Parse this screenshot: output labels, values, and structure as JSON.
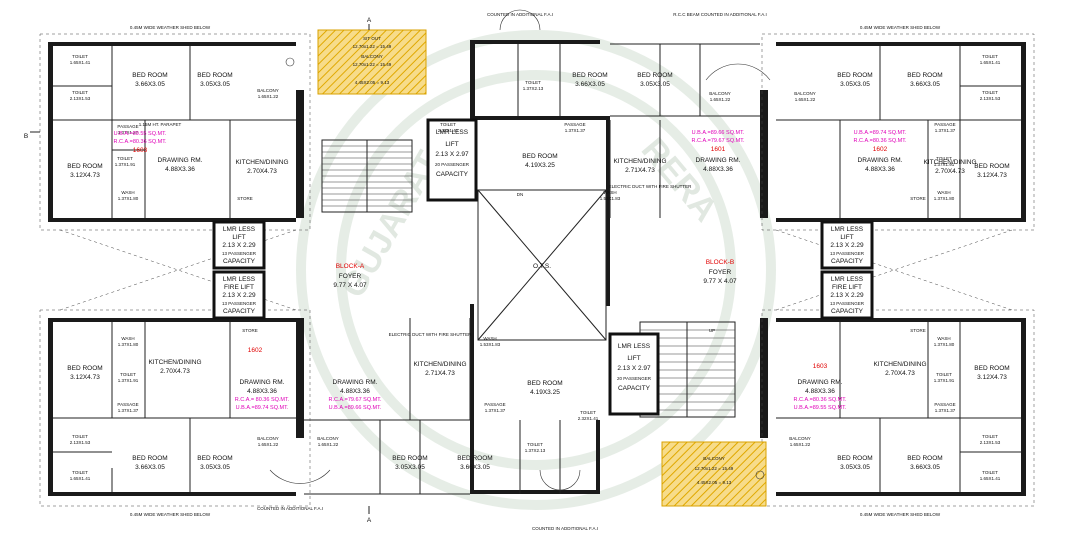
{
  "sections": {
    "top": "A",
    "bottom": "A",
    "left": "B"
  },
  "blocks": {
    "a": "BLOCK-A",
    "b": "BLOCK-B"
  },
  "foyer": {
    "a": "FOYER",
    "a_size": "9.77 X 4.07",
    "b": "FOYER",
    "b_size": "9.77 X 4.07"
  },
  "otc": "O.T.S.",
  "lifts": {
    "a_upper": {
      "l1": "LMR LESS",
      "l2": "LIFT",
      "l3": "2.13 X 2.29",
      "l4": "13 PASSENGER",
      "l5": "CAPACITY"
    },
    "a_lower": {
      "l1": "LMR LESS",
      "l2": "FIRE LIFT",
      "l3": "2.13 X 2.29",
      "l4": "13 PASSENGER",
      "l5": "CAPACITY"
    },
    "b_upper": {
      "l1": "LMR LESS",
      "l2": "LIFT",
      "l3": "2.13 X 2.29",
      "l4": "13 PASSENGER",
      "l5": "CAPACITY"
    },
    "b_lower": {
      "l1": "LMR LESS",
      "l2": "FIRE LIFT",
      "l3": "2.13 X 2.29",
      "l4": "13 PASSENGER",
      "l5": "CAPACITY"
    },
    "center_top": {
      "l1": "LMR LESS",
      "l2": "LIFT",
      "l3": "2.13 X 2.97",
      "l4": "20 PASSENGER",
      "l5": "CAPACITY"
    },
    "center_bottom": {
      "l1": "LMR LESS",
      "l2": "LIFT",
      "l3": "2.13 X 2.97",
      "l4": "20 PASSENGER",
      "l5": "CAPACITY"
    }
  },
  "flats": {
    "tl": {
      "bed1": "BED ROOM",
      "bed1_size": "3.66X3.05",
      "bed2": "BED ROOM",
      "bed2_size": "3.05X3.05",
      "bed3": "BED ROOM",
      "bed3_size": "3.12X4.73",
      "drawing": "DRAWING RM.",
      "drawing_size": "4.88X3.36",
      "kitchen": "KITCHEN/DINING",
      "kitchen_size": "2.70X4.73",
      "toilet1": "TOILET",
      "toilet1_size": "1.65X1.41",
      "toilet2": "TOILET",
      "toilet2_size": "2.13X1.53",
      "toilet3": "TOILET",
      "toilet3_size": "1.37X1.91",
      "wash": "WASH",
      "wash_size": "1.37X1.80",
      "passage": "PASSAGE",
      "passage_size": "1.37X1.37",
      "balcony": "BALCONY",
      "balcony_size": "1.65X1.22",
      "store": "STORE"
    },
    "bl": {
      "bed1": "BED ROOM",
      "bed1_size": "3.66X3.05",
      "bed2": "BED ROOM",
      "bed2_size": "3.05X3.05",
      "bed3": "BED ROOM",
      "bed3_size": "3.12X4.73",
      "drawing": "DRAWING RM.",
      "drawing_size": "4.88X3.36",
      "kitchen": "KITCHEN/DINING",
      "kitchen_size": "2.70X4.73",
      "toilet1": "TOILET",
      "toilet1_size": "1.65X1.41",
      "toilet2": "TOILET",
      "toilet2_size": "2.13X1.53",
      "toilet3": "TOILET",
      "toilet3_size": "1.37X1.91",
      "wash": "WASH",
      "wash_size": "1.37X1.80",
      "passage": "PASSAGE",
      "passage_size": "1.37X1.37",
      "balcony": "BALCONY",
      "balcony_size": "1.65X1.22",
      "store": "STORE"
    },
    "tr": {
      "bed1": "BED ROOM",
      "bed1_size": "3.05X3.05",
      "bed2": "BED ROOM",
      "bed2_size": "3.66X3.05",
      "bed3": "BED ROOM",
      "bed3_size": "3.12X4.73",
      "drawing": "DRAWING RM.",
      "drawing_size": "4.88X3.36",
      "kitchen": "KITCHEN/DINING",
      "kitchen_size": "2.70X4.73",
      "toilet1": "TOILET",
      "toilet1_size": "1.65X1.41",
      "toilet2": "TOILET",
      "toilet2_size": "2.13X1.53",
      "toilet3": "TOILET",
      "toilet3_size": "1.37X1.91",
      "wash": "WASH",
      "wash_size": "1.37X1.80",
      "passage": "PASSAGE",
      "passage_size": "1.37X1.37",
      "balcony": "BALCONY",
      "balcony_size": "1.65X1.22",
      "store": "STORE"
    },
    "br": {
      "bed1": "BED ROOM",
      "bed1_size": "3.05X3.05",
      "bed2": "BED ROOM",
      "bed2_size": "3.66X3.05",
      "bed3": "BED ROOM",
      "bed3_size": "3.12X4.73",
      "drawing": "DRAWING RM.",
      "drawing_size": "4.88X3.36",
      "kitchen": "KITCHEN/DINING",
      "kitchen_size": "2.70X4.73",
      "toilet1": "TOILET",
      "toilet1_size": "1.65X1.41",
      "toilet2": "TOILET",
      "toilet2_size": "2.13X1.53",
      "toilet3": "TOILET",
      "toilet3_size": "1.37X1.91",
      "wash": "WASH",
      "wash_size": "1.37X1.80",
      "passage": "PASSAGE",
      "passage_size": "1.37X1.37",
      "balcony": "BALCONY",
      "balcony_size": "1.65X1.22",
      "store": "STORE"
    },
    "ctl": {
      "bed1": "BED ROOM",
      "bed1_size": "3.66X3.05",
      "bed2": "BED ROOM",
      "bed2_size": "3.05X3.05",
      "drawing": "DRAWING RM.",
      "drawing_size": "4.88X3.36",
      "kitchen": "KITCHEN/DINING",
      "kitchen_size": "2.71X4.73",
      "toilet": "TOILET",
      "toilet_size": "1.37X2.13",
      "wash": "WASH",
      "wash_size": "1.53X1.83",
      "passage": "PASSAGE",
      "passage_size": "1.37X1.37",
      "balcony": "BALCONY",
      "balcony_size": "1.65X1.22"
    },
    "cbr": {
      "bed1": "BED ROOM",
      "bed1_size": "3.05X3.05",
      "bed2": "BED ROOM",
      "bed2_size": "3.66X3.05",
      "drawing": "DRAWING RM.",
      "drawing_size": "4.88X3.36",
      "kitchen": "KITCHEN/DINING",
      "kitchen_size": "2.71X4.73",
      "toilet": "TOILET",
      "toilet_size": "1.37X2.13",
      "wash": "WASH",
      "wash_size": "1.53X1.83",
      "passage": "PASSAGE",
      "passage_size": "1.37X1.37",
      "balcony": "BALCONY",
      "balcony_size": "1.65X1.22"
    },
    "c_bed": {
      "top": "BED ROOM",
      "top_size": "4.19X3.25",
      "bottom": "BED ROOM",
      "bottom_size": "4.19X3.25",
      "toilet_top": "TOILET",
      "toilet_top_size": "2.32X1.41",
      "toilet_bottom": "TOILET",
      "toilet_bottom_size": "2.32X1.41"
    }
  },
  "flat_numbers": {
    "tl": "1603",
    "bl": "1602",
    "tr": "1602",
    "ctr": "1601",
    "br": "1603"
  },
  "areas": {
    "tl_uba": "U.B.A.=89.55 SQ.MT.",
    "tl_rca": "R.C.A.=80.36 SQ.MT.",
    "ctr_uba": "U.B.A.=89.66 SQ.MT.",
    "ctr_rca": "R.C.A.=79.67 SQ.MT.",
    "tr_uba": "U.B.A.=89.74 SQ.MT.",
    "tr_rca": "R.C.A.=80.36 SQ.MT.",
    "bl_rca": "R.C.A.= 80.36 SQ.MT.",
    "bl_uba": "U.B.A.=89.74 SQ.MT.",
    "cbl_rca": "R.C.A.=79.67 SQ.MT.",
    "cbl_uba": "U.B.A.=89.66 SQ.MT.",
    "br_rca": "R.C.A.=80.36 SQ.MT.",
    "br_uba": "U.B.A.=89.55 SQ.MT."
  },
  "hatched": {
    "top_l1": "SIT OUT",
    "top_l2": "12.70x1.22 = 15.49",
    "top_l3": "BALCONY",
    "top_l4": "12.70x1.22 = 15.49",
    "top_l5": "4.45X2.05 = 9.13",
    "bottom_l1": "BALCONY",
    "bottom_l2": "12.70x1.22 = 15.49",
    "bottom_l3": "4.45X2.05 = 9.13"
  },
  "notes": {
    "weather_top": "0.45M WIDE WEATHER SHED BELOW",
    "weather_bottom": "0.45M WIDE WEATHER SHED BELOW",
    "counted_top": "COUNTED IN ADDITIONAL F.A.I",
    "rcc_beam": "R.C.C BEAM COUNTED IN ADDITIONAL F.A.I",
    "counted_bottom": "COUNTED IN ADDITIONAL F.A.I",
    "parapet": "1.15M HT. PARAPET",
    "duct": "ELECTRIC DUCT WITH FIRE SHUTTER",
    "dn": "DN",
    "up": "UP"
  },
  "colors": {
    "wall": "#1a1a1a",
    "flat_number": "#e00000",
    "area": "#e000b8",
    "hatch": "#f0c040",
    "watermark": "#c8d7c8"
  }
}
